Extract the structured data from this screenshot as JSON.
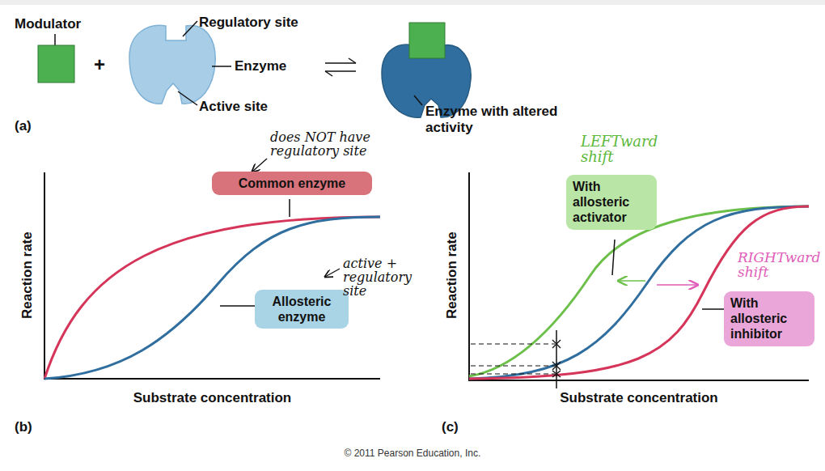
{
  "diagram": {
    "nodes": [
      {
        "text": [
          "Common enzyme"
        ]
      },
      {
        "text": [
          "Allosteric enzyme"
        ]
      },
      {
        "text": [
          "With allosteric activator"
        ]
      },
      {
        "text": [
          "With allosteric inhibitor"
        ]
      }
    ],
    "labels": [
      "Modulator",
      "+",
      "Regulatory site",
      "Enzyme",
      "Active site",
      "Enzyme with altered activity",
      "(a)",
      "does NOT have regulatory site",
      "active + regulatory site",
      "Reaction rate",
      "Substrate concentration",
      "(b)",
      "LEFTward shift",
      "RIGHTward shift",
      "Reaction rate",
      "Substrate concentration",
      "(c)",
      "© 2011 Pearson Education, Inc."
    ]
  }
}
